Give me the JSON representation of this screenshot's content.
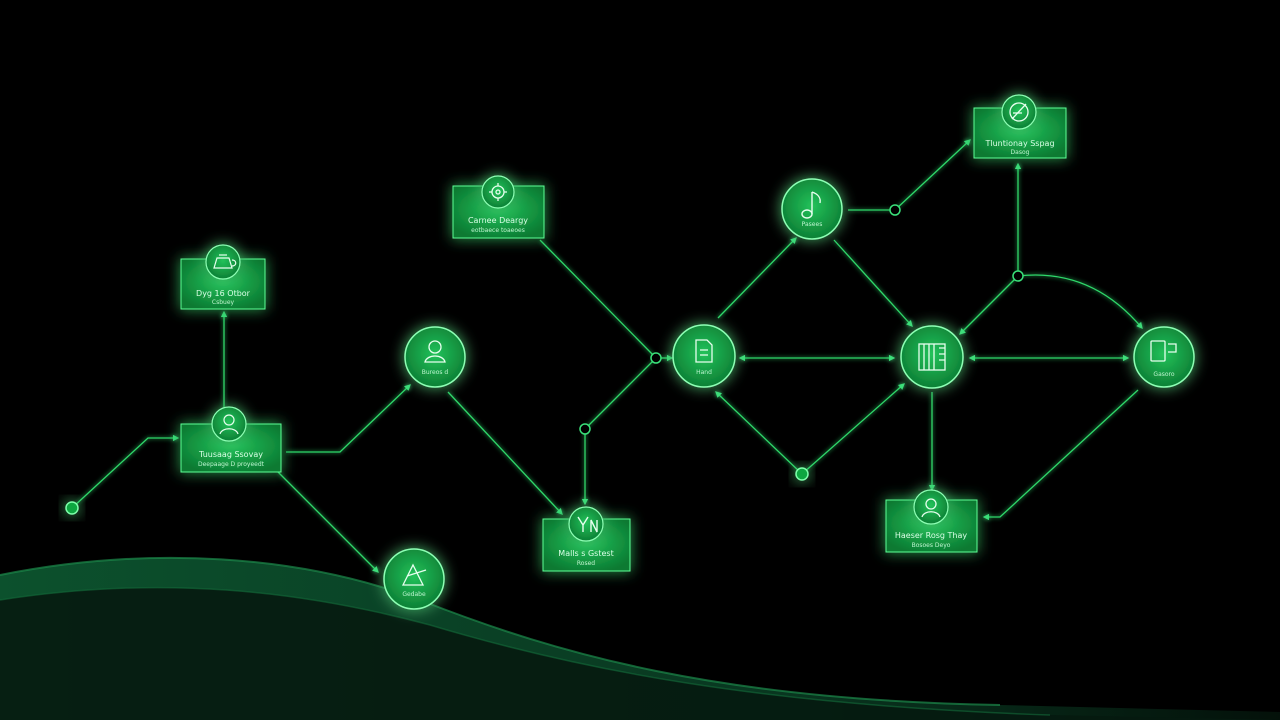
{
  "colors": {
    "background": "#000000",
    "node_fill": "#0f8a3a",
    "node_glow": "#1cff6a",
    "line": "#2fd86a",
    "wave": "#0e4a2a"
  },
  "nodes": [
    {
      "id": "n1",
      "shape": "box",
      "icon": "teapot-icon",
      "label": "Dyg 16 Otbor",
      "sub": "Csbuey"
    },
    {
      "id": "n2",
      "shape": "box",
      "icon": "person-icon",
      "label": "Tuusaag Ssovay",
      "sub": "Deepaage D proyeedt"
    },
    {
      "id": "n3",
      "shape": "circle",
      "icon": "person-outline-icon",
      "label": "Bureos d",
      "sub": ""
    },
    {
      "id": "n4",
      "shape": "box",
      "icon": "gear-icon",
      "label": "Carnee Deargy",
      "sub": "eotbaece toaeoes"
    },
    {
      "id": "n5",
      "shape": "circle",
      "icon": "tools-icon",
      "label": "Gedabe",
      "sub": ""
    },
    {
      "id": "n6",
      "shape": "box",
      "icon": "symbol-icon",
      "label": "Malls s Gstest",
      "sub": "Rosed"
    },
    {
      "id": "n7",
      "shape": "circle",
      "icon": "document-icon",
      "label": "Hand",
      "sub": ""
    },
    {
      "id": "n8",
      "shape": "circle",
      "icon": "music-note-icon",
      "label": "Pasees",
      "sub": ""
    },
    {
      "id": "n9",
      "shape": "box",
      "icon": "pen-icon",
      "label": "Tluntionay Sspag",
      "sub": "Dasog"
    },
    {
      "id": "n10",
      "shape": "circle",
      "icon": "server-icon",
      "label": "",
      "sub": ""
    },
    {
      "id": "n11",
      "shape": "circle",
      "icon": "device-icon",
      "label": "Gasoro",
      "sub": ""
    },
    {
      "id": "n12",
      "shape": "box",
      "icon": "avatar-icon",
      "label": "Haeser Rosg Thay",
      "sub": "Bosoes Deyo"
    }
  ]
}
